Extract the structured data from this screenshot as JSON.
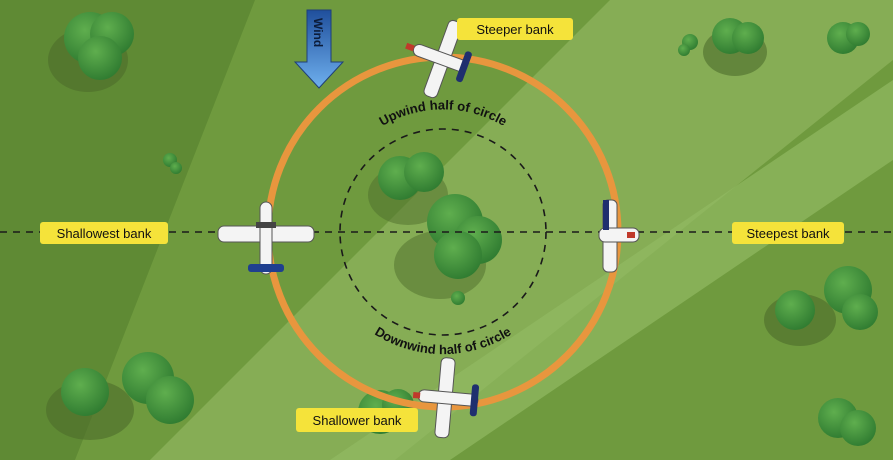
{
  "labels": {
    "wind": "Wind",
    "steeper_bank": "Steeper bank",
    "shallowest_bank": "Shallowest bank",
    "steepest_bank": "Steepest bank",
    "shallower_bank": "Shallower bank",
    "upwind_half": "Upwind half of circle",
    "downwind_half": "Downwind half of circle"
  },
  "colors": {
    "field_dark": "#5f8a34",
    "field_light": "#8fb45c",
    "path": "#e8963e",
    "label_bg": "#f5e33a",
    "wind_arrow": "#3f79c4",
    "tree": "#3f8f3a",
    "tree_shadow": "#4d6d2c"
  },
  "icons": {
    "aircraft": "airplane-icon",
    "wind_arrow": "wind-arrow-icon",
    "trees": "tree-icon"
  }
}
